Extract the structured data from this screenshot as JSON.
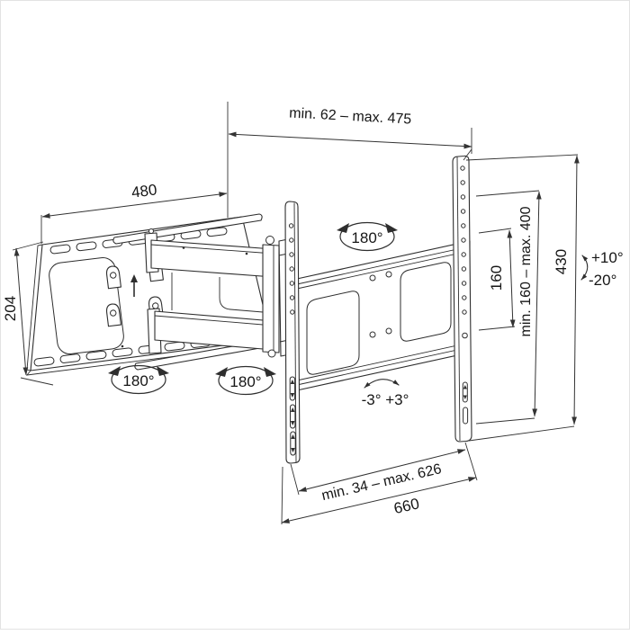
{
  "diagram_title": "TV wall mount dimensional drawing",
  "labels": {
    "depth_range": "min. 62 – max. 475",
    "wall_plate_width": "480",
    "wall_plate_height": "204",
    "swivel_wall": "180°",
    "swivel_arm": "180°",
    "swivel_panel": "180°",
    "vesa_min_height": "160",
    "vesa_range": "min. 160 – max. 400",
    "panel_height": "430",
    "tilt_up": "+10°",
    "tilt_down": "-20°",
    "level_range": "-3° +3°",
    "extension_range": "min. 34 – max. 626",
    "panel_width": "660"
  },
  "colors": {
    "line": "#2e2e2e",
    "text": "#161616",
    "background": "#ffffff"
  }
}
